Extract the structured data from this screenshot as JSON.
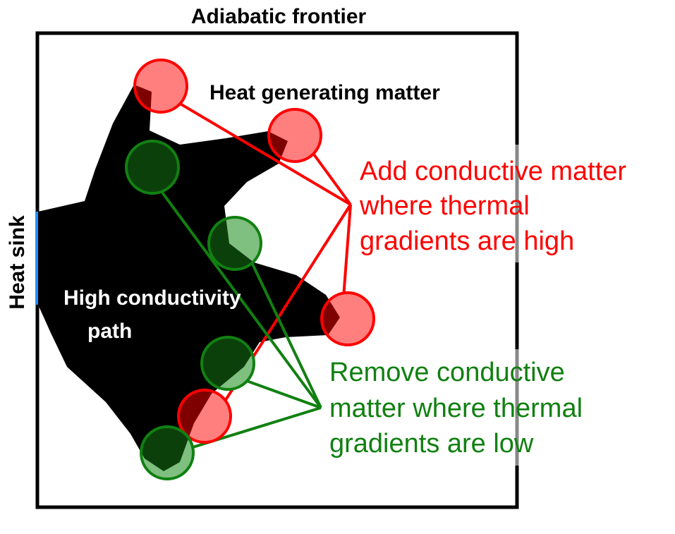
{
  "labels": {
    "title": "Adiabatic frontier",
    "heat_sink": "Heat sink",
    "heat_generating": "Heat generating matter",
    "path_line1": "High conductivity",
    "path_line2": "path",
    "add_line1": "Add conductive matter",
    "add_line2": "where thermal",
    "add_line3": "gradients are high",
    "remove_line1": "Remove conductive",
    "remove_line2": "matter where thermal",
    "remove_line3": "gradients are low"
  },
  "colors": {
    "frame": "#000000",
    "heat_sink_bar": "#1e90ff",
    "add": "#ff0000",
    "add_fill": "#ff7f7f",
    "add_dark": "#7f0000",
    "remove": "#118011",
    "remove_fill": "#7fbf7f",
    "remove_dark": "#0b400b",
    "conductive_path": "#000000"
  },
  "icons": {
    "add_marker": "red-circle",
    "remove_marker": "green-circle"
  }
}
